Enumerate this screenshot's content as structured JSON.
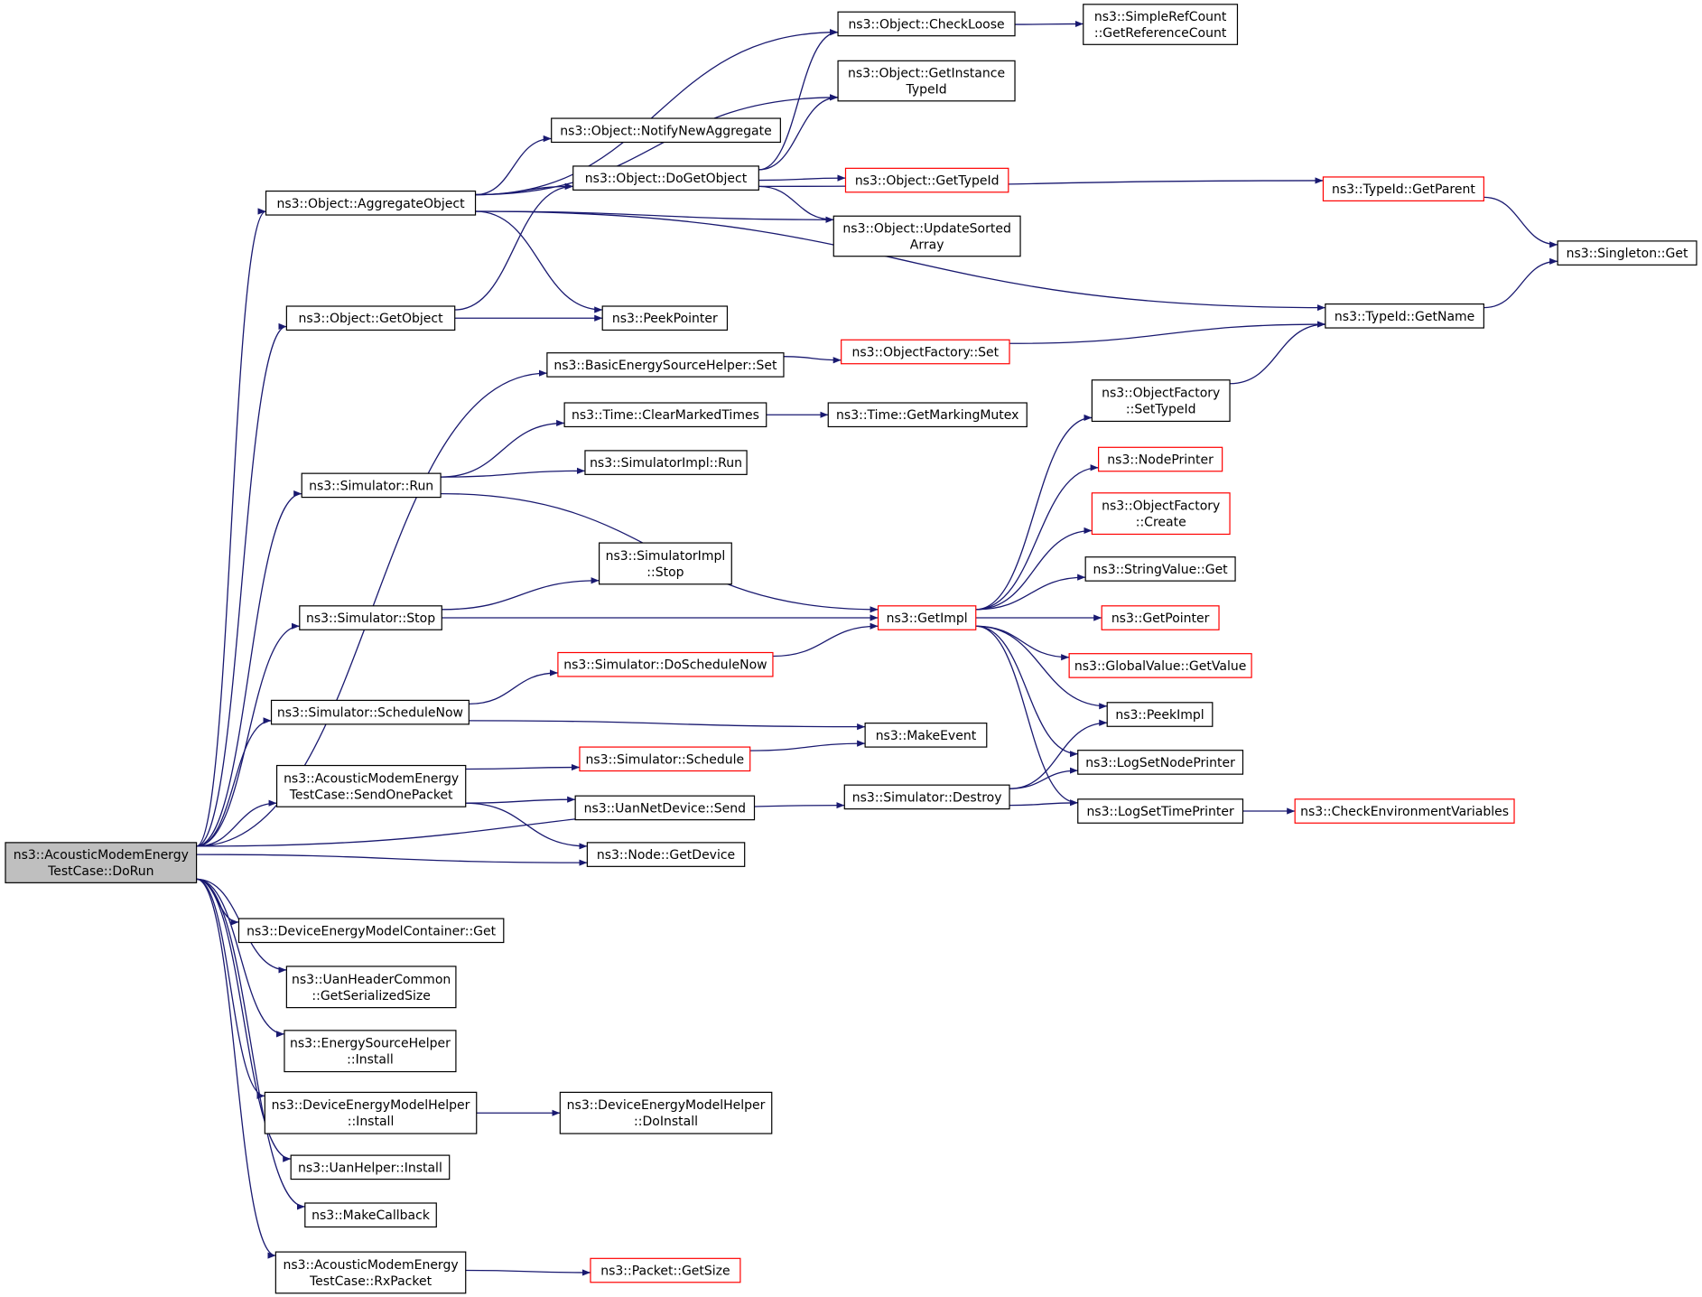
{
  "graph": {
    "nodes": [
      {
        "id": "root",
        "lines": [
          "ns3::AcousticModemEnergy",
          "TestCase::DoRun"
        ],
        "style": "root"
      },
      {
        "id": "aggregate",
        "lines": [
          "ns3::Object::AggregateObject"
        ],
        "style": "normal"
      },
      {
        "id": "checkloose",
        "lines": [
          "ns3::Object::CheckLoose"
        ],
        "style": "normal"
      },
      {
        "id": "getrefcount",
        "lines": [
          "ns3::SimpleRefCount",
          "::GetReferenceCount"
        ],
        "style": "normal"
      },
      {
        "id": "getinstancetypeid",
        "lines": [
          "ns3::Object::GetInstance",
          "TypeId"
        ],
        "style": "normal"
      },
      {
        "id": "notifynewaggregate",
        "lines": [
          "ns3::Object::NotifyNewAggregate"
        ],
        "style": "normal"
      },
      {
        "id": "dogetobject",
        "lines": [
          "ns3::Object::DoGetObject"
        ],
        "style": "normal"
      },
      {
        "id": "gettypeid",
        "lines": [
          "ns3::Object::GetTypeId"
        ],
        "style": "red"
      },
      {
        "id": "typeidgetparent",
        "lines": [
          "ns3::TypeId::GetParent"
        ],
        "style": "red"
      },
      {
        "id": "singletonget",
        "lines": [
          "ns3::Singleton::Get"
        ],
        "style": "normal"
      },
      {
        "id": "updatesorted",
        "lines": [
          "ns3::Object::UpdateSorted",
          "Array"
        ],
        "style": "normal"
      },
      {
        "id": "getobject",
        "lines": [
          "ns3::Object::GetObject"
        ],
        "style": "normal"
      },
      {
        "id": "peekpointer",
        "lines": [
          "ns3::PeekPointer"
        ],
        "style": "normal"
      },
      {
        "id": "typeidgetname",
        "lines": [
          "ns3::TypeId::GetName"
        ],
        "style": "normal"
      },
      {
        "id": "basicenergyset",
        "lines": [
          "ns3::BasicEnergySourceHelper::Set"
        ],
        "style": "normal"
      },
      {
        "id": "objectfactoryset",
        "lines": [
          "ns3::ObjectFactory::Set"
        ],
        "style": "red"
      },
      {
        "id": "clearmarkedtimes",
        "lines": [
          "ns3::Time::ClearMarkedTimes"
        ],
        "style": "normal"
      },
      {
        "id": "getmarkingmutex",
        "lines": [
          "ns3::Time::GetMarkingMutex"
        ],
        "style": "normal"
      },
      {
        "id": "settypeid",
        "lines": [
          "ns3::ObjectFactory",
          "::SetTypeId"
        ],
        "style": "normal"
      },
      {
        "id": "simulatorrun",
        "lines": [
          "ns3::Simulator::Run"
        ],
        "style": "normal"
      },
      {
        "id": "simimplrun",
        "lines": [
          "ns3::SimulatorImpl::Run"
        ],
        "style": "normal"
      },
      {
        "id": "nodeprinter",
        "lines": [
          "ns3::NodePrinter"
        ],
        "style": "red"
      },
      {
        "id": "objfactorycreate",
        "lines": [
          "ns3::ObjectFactory",
          "::Create"
        ],
        "style": "red"
      },
      {
        "id": "simimplstop",
        "lines": [
          "ns3::SimulatorImpl",
          "::Stop"
        ],
        "style": "normal"
      },
      {
        "id": "stringvalueget",
        "lines": [
          "ns3::StringValue::Get"
        ],
        "style": "normal"
      },
      {
        "id": "simulatorstop",
        "lines": [
          "ns3::Simulator::Stop"
        ],
        "style": "normal"
      },
      {
        "id": "getimpl",
        "lines": [
          "ns3::GetImpl"
        ],
        "style": "red"
      },
      {
        "id": "getpointer",
        "lines": [
          "ns3::GetPointer"
        ],
        "style": "red"
      },
      {
        "id": "doschedulenow",
        "lines": [
          "ns3::Simulator::DoScheduleNow"
        ],
        "style": "red"
      },
      {
        "id": "globalvalueget",
        "lines": [
          "ns3::GlobalValue::GetValue"
        ],
        "style": "red"
      },
      {
        "id": "schedulenow",
        "lines": [
          "ns3::Simulator::ScheduleNow"
        ],
        "style": "normal"
      },
      {
        "id": "peekimpl",
        "lines": [
          "ns3::PeekImpl"
        ],
        "style": "normal"
      },
      {
        "id": "makeevent",
        "lines": [
          "ns3::MakeEvent"
        ],
        "style": "normal"
      },
      {
        "id": "sendonepacket",
        "lines": [
          "ns3::AcousticModemEnergy",
          "TestCase::SendOnePacket"
        ],
        "style": "normal"
      },
      {
        "id": "simschedule",
        "lines": [
          "ns3::Simulator::Schedule"
        ],
        "style": "red"
      },
      {
        "id": "lognodeprinter",
        "lines": [
          "ns3::LogSetNodePrinter"
        ],
        "style": "normal"
      },
      {
        "id": "simdestroy",
        "lines": [
          "ns3::Simulator::Destroy"
        ],
        "style": "normal"
      },
      {
        "id": "uannetsend",
        "lines": [
          "ns3::UanNetDevice::Send"
        ],
        "style": "normal"
      },
      {
        "id": "logtimeprinter",
        "lines": [
          "ns3::LogSetTimePrinter"
        ],
        "style": "normal"
      },
      {
        "id": "checkenv",
        "lines": [
          "ns3::CheckEnvironmentVariables"
        ],
        "style": "red"
      },
      {
        "id": "nodegetdevice",
        "lines": [
          "ns3::Node::GetDevice"
        ],
        "style": "normal"
      },
      {
        "id": "devicecontainerget",
        "lines": [
          "ns3::DeviceEnergyModelContainer::Get"
        ],
        "style": "normal"
      },
      {
        "id": "uanheadersize",
        "lines": [
          "ns3::UanHeaderCommon",
          "::GetSerializedSize"
        ],
        "style": "normal"
      },
      {
        "id": "energysourceinstall",
        "lines": [
          "ns3::EnergySourceHelper",
          "::Install"
        ],
        "style": "normal"
      },
      {
        "id": "deviceenergyinstall",
        "lines": [
          "ns3::DeviceEnergyModelHelper",
          "::Install"
        ],
        "style": "normal"
      },
      {
        "id": "deviceenergydoinstall",
        "lines": [
          "ns3::DeviceEnergyModelHelper",
          "::DoInstall"
        ],
        "style": "normal"
      },
      {
        "id": "uanhelperinstall",
        "lines": [
          "ns3::UanHelper::Install"
        ],
        "style": "normal"
      },
      {
        "id": "makecallback",
        "lines": [
          "ns3::MakeCallback"
        ],
        "style": "normal"
      },
      {
        "id": "rxpacket",
        "lines": [
          "ns3::AcousticModemEnergy",
          "TestCase::RxPacket"
        ],
        "style": "normal"
      },
      {
        "id": "packetgetsize",
        "lines": [
          "ns3::Packet::GetSize"
        ],
        "style": "red"
      }
    ],
    "edges": [
      {
        "from": "root",
        "to": "aggregate"
      },
      {
        "from": "root",
        "to": "getobject"
      },
      {
        "from": "root",
        "to": "basicenergyset"
      },
      {
        "from": "root",
        "to": "simulatorrun"
      },
      {
        "from": "root",
        "to": "simulatorstop"
      },
      {
        "from": "root",
        "to": "schedulenow"
      },
      {
        "from": "root",
        "to": "sendonepacket"
      },
      {
        "from": "root",
        "to": "nodegetdevice"
      },
      {
        "from": "root",
        "to": "simdestroy"
      },
      {
        "from": "root",
        "to": "devicecontainerget"
      },
      {
        "from": "root",
        "to": "uanheadersize"
      },
      {
        "from": "root",
        "to": "energysourceinstall"
      },
      {
        "from": "root",
        "to": "deviceenergyinstall"
      },
      {
        "from": "root",
        "to": "uanhelperinstall"
      },
      {
        "from": "root",
        "to": "makecallback"
      },
      {
        "from": "root",
        "to": "rxpacket"
      },
      {
        "from": "aggregate",
        "to": "checkloose"
      },
      {
        "from": "aggregate",
        "to": "getinstancetypeid"
      },
      {
        "from": "aggregate",
        "to": "notifynewaggregate"
      },
      {
        "from": "aggregate",
        "to": "dogetobject"
      },
      {
        "from": "aggregate",
        "to": "updatesorted"
      },
      {
        "from": "aggregate",
        "to": "peekpointer"
      },
      {
        "from": "aggregate",
        "to": "typeidgetname"
      },
      {
        "from": "checkloose",
        "to": "getrefcount"
      },
      {
        "from": "dogetobject",
        "to": "checkloose"
      },
      {
        "from": "dogetobject",
        "to": "getinstancetypeid"
      },
      {
        "from": "dogetobject",
        "to": "gettypeid"
      },
      {
        "from": "dogetobject",
        "to": "typeidgetparent"
      },
      {
        "from": "dogetobject",
        "to": "updatesorted"
      },
      {
        "from": "typeidgetparent",
        "to": "singletonget"
      },
      {
        "from": "typeidgetname",
        "to": "singletonget"
      },
      {
        "from": "getobject",
        "to": "dogetobject"
      },
      {
        "from": "getobject",
        "to": "peekpointer"
      },
      {
        "from": "basicenergyset",
        "to": "objectfactoryset"
      },
      {
        "from": "objectfactoryset",
        "to": "typeidgetname"
      },
      {
        "from": "settypeid",
        "to": "typeidgetname"
      },
      {
        "from": "simulatorrun",
        "to": "clearmarkedtimes"
      },
      {
        "from": "simulatorrun",
        "to": "simimplrun"
      },
      {
        "from": "simulatorrun",
        "to": "getimpl"
      },
      {
        "from": "clearmarkedtimes",
        "to": "getmarkingmutex"
      },
      {
        "from": "simulatorstop",
        "to": "simimplstop"
      },
      {
        "from": "simulatorstop",
        "to": "getimpl"
      },
      {
        "from": "getimpl",
        "to": "settypeid"
      },
      {
        "from": "getimpl",
        "to": "nodeprinter"
      },
      {
        "from": "getimpl",
        "to": "objfactorycreate"
      },
      {
        "from": "getimpl",
        "to": "stringvalueget"
      },
      {
        "from": "getimpl",
        "to": "getpointer"
      },
      {
        "from": "getimpl",
        "to": "globalvalueget"
      },
      {
        "from": "getimpl",
        "to": "peekimpl"
      },
      {
        "from": "getimpl",
        "to": "lognodeprinter"
      },
      {
        "from": "getimpl",
        "to": "logtimeprinter"
      },
      {
        "from": "doschedulenow",
        "to": "getimpl"
      },
      {
        "from": "schedulenow",
        "to": "doschedulenow"
      },
      {
        "from": "schedulenow",
        "to": "makeevent"
      },
      {
        "from": "sendonepacket",
        "to": "simschedule"
      },
      {
        "from": "sendonepacket",
        "to": "uannetsend"
      },
      {
        "from": "sendonepacket",
        "to": "nodegetdevice"
      },
      {
        "from": "simschedule",
        "to": "makeevent"
      },
      {
        "from": "simdestroy",
        "to": "peekimpl"
      },
      {
        "from": "simdestroy",
        "to": "lognodeprinter"
      },
      {
        "from": "simdestroy",
        "to": "logtimeprinter"
      },
      {
        "from": "logtimeprinter",
        "to": "checkenv"
      },
      {
        "from": "deviceenergyinstall",
        "to": "deviceenergydoinstall"
      },
      {
        "from": "rxpacket",
        "to": "packetgetsize"
      }
    ]
  }
}
